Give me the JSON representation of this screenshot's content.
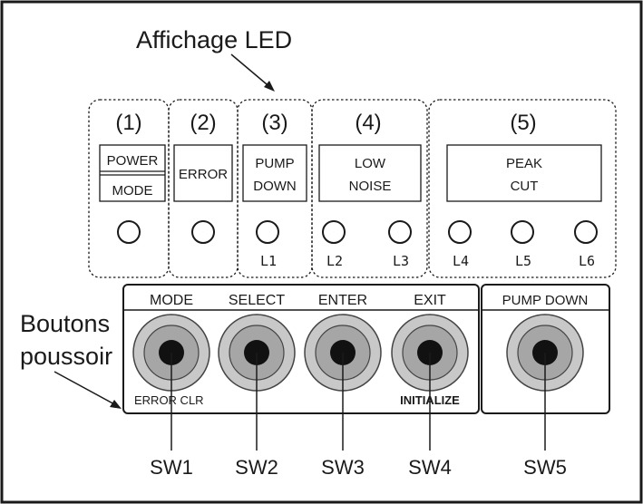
{
  "callouts": {
    "led_display": "Affichage LED",
    "push_buttons_line1": "Boutons",
    "push_buttons_line2": "poussoir"
  },
  "led_groups": [
    {
      "number": "(1)"
    },
    {
      "number": "(2)"
    },
    {
      "number": "(3)"
    },
    {
      "number": "(4)"
    },
    {
      "number": "(5)"
    }
  ],
  "led_labels": {
    "power": "POWER",
    "mode": "MODE",
    "error": "ERROR",
    "pump_line1": "PUMP",
    "pump_line2": "DOWN",
    "low_line1": "LOW",
    "low_line2": "NOISE",
    "peak_line1": "PEAK",
    "peak_line2": "CUT"
  },
  "led_ids": [
    "L1",
    "L2",
    "L3",
    "L4",
    "L5",
    "L6"
  ],
  "buttons": [
    {
      "label": "MODE",
      "sub": "ERROR  CLR",
      "switch": "SW1"
    },
    {
      "label": "SELECT",
      "sub": "",
      "switch": "SW2"
    },
    {
      "label": "ENTER",
      "sub": "",
      "switch": "SW3"
    },
    {
      "label": "EXIT",
      "sub": "INITIALIZE",
      "switch": "SW4"
    },
    {
      "label": "PUMP DOWN",
      "sub": "",
      "switch": "SW5"
    }
  ],
  "colors": {
    "line": "#1a1a1a",
    "knob_outer": "#c8c8c8",
    "knob_ring": "#a6a6a6",
    "knob_center": "#111111"
  }
}
